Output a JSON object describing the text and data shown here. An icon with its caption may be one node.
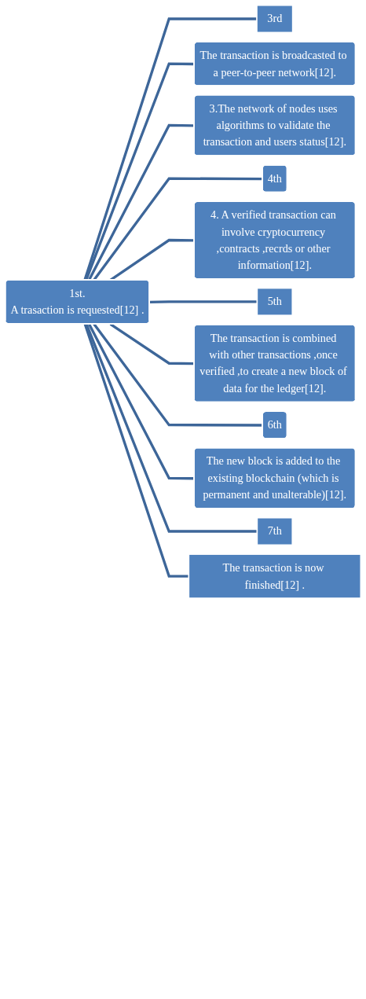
{
  "diagram": {
    "nodes": [
      {
        "text": [
          "3rd"
        ]
      },
      {
        "text": [
          "The transaction is broadcasted to a peer-to-peer network[12]."
        ]
      },
      {
        "text": [
          "3.The network of nodes uses algorithms to validate the transaction and users status[12]."
        ]
      },
      {
        "text": [
          "4th"
        ]
      },
      {
        "text": [
          "4. A verified transaction can involve cryptocurrency ,contracts ,recrds or other information[12]."
        ]
      },
      {
        "text": [
          "1st.",
          "A trasaction is requested[12] ."
        ]
      },
      {
        "text": [
          "5th"
        ]
      },
      {
        "text": [
          "The transaction is combined with other transactions ,once verified ,to create a new block of data for the ledger[12]."
        ]
      },
      {
        "text": [
          "6th"
        ]
      },
      {
        "text": [
          "The new block is added to the existing blockchain (which is permanent and unalterable)[12]."
        ]
      },
      {
        "text": [
          "7th"
        ]
      },
      {
        "text": [
          "The transaction is now finished[12] ."
        ]
      }
    ],
    "edges": [
      {
        "from": 5,
        "to": 0,
        "arrow": "none"
      },
      {
        "from": 5,
        "to": 1,
        "arrow": "none"
      },
      {
        "from": 5,
        "to": 2,
        "arrow": "none"
      },
      {
        "from": 5,
        "to": 3,
        "arrow": "none"
      },
      {
        "from": 5,
        "to": 4,
        "arrow": "none"
      },
      {
        "from": 5,
        "to": 6,
        "arrow": "none"
      },
      {
        "from": 5,
        "to": 7,
        "arrow": "none"
      },
      {
        "from": 5,
        "to": 8,
        "arrow": "none"
      },
      {
        "from": 5,
        "to": 9,
        "arrow": "none"
      },
      {
        "from": 5,
        "to": 10,
        "arrow": "none"
      },
      {
        "from": 5,
        "to": 11,
        "arrow": "none"
      }
    ]
  }
}
